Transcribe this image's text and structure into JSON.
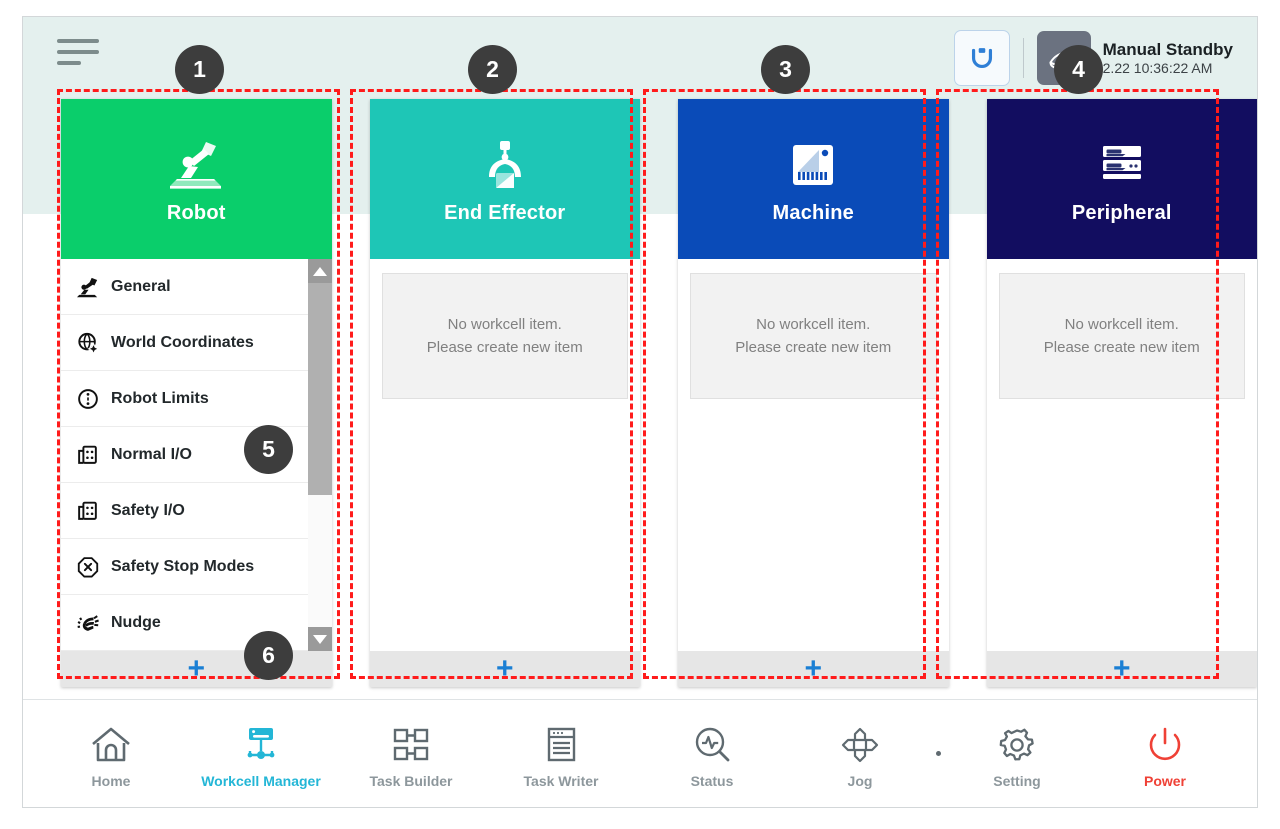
{
  "topbar": {
    "menu_icon": "hamburger-menu-icon",
    "robot_button_icon": "robot-connection-icon",
    "mode_icon": "manual-hand-icon",
    "status_title": "Manual Standby",
    "status_date": "2.22 10:36:22 AM"
  },
  "columns": [
    {
      "key": "robot",
      "title": "Robot",
      "icon": "robot-arm-icon",
      "color": "#0ace6b",
      "type": "list",
      "items": [
        {
          "label": "General",
          "icon": "robot-arm-small-icon",
          "locked": false
        },
        {
          "label": "World Coordinates",
          "icon": "globe-coordinates-icon",
          "locked": true
        },
        {
          "label": "Robot Limits",
          "icon": "limits-circle-icon",
          "locked": true
        },
        {
          "label": "Normal I/O",
          "icon": "io-port-icon",
          "locked": false
        },
        {
          "label": "Safety I/O",
          "icon": "io-port-icon",
          "locked": true
        },
        {
          "label": "Safety Stop Modes",
          "icon": "stop-octagon-icon",
          "locked": true
        },
        {
          "label": "Nudge",
          "icon": "nudge-hand-icon",
          "locked": true
        }
      ],
      "add_label": "+"
    },
    {
      "key": "end-effector",
      "title": "End Effector",
      "icon": "gripper-icon",
      "color": "#1ec6b6",
      "type": "empty",
      "empty_line1": "No workcell item.",
      "empty_line2": "Please create new item",
      "add_label": "+"
    },
    {
      "key": "machine",
      "title": "Machine",
      "icon": "machine-icon",
      "color": "#0a4bb8",
      "type": "empty",
      "empty_line1": "No workcell item.",
      "empty_line2": "Please create new item",
      "add_label": "+"
    },
    {
      "key": "peripheral",
      "title": "Peripheral",
      "icon": "peripheral-rack-icon",
      "color": "#120d60",
      "type": "empty",
      "empty_line1": "No workcell item.",
      "empty_line2": "Please create new item",
      "add_label": "+"
    }
  ],
  "bottom_nav": {
    "left": [
      {
        "label": "Home",
        "icon": "home-icon",
        "active": false
      },
      {
        "label": "Workcell Manager",
        "icon": "workcell-manager-icon",
        "active": true
      },
      {
        "label": "Task Builder",
        "icon": "task-builder-icon",
        "active": false
      },
      {
        "label": "Task Writer",
        "icon": "task-writer-icon",
        "active": false
      }
    ],
    "right": [
      {
        "label": "Status",
        "icon": "status-magnifier-icon",
        "active": false
      },
      {
        "label": "Jog",
        "icon": "jog-dpad-icon",
        "active": false
      },
      {
        "label": "Setting",
        "icon": "gear-icon",
        "active": false
      },
      {
        "label": "Power",
        "icon": "power-icon",
        "active": false,
        "power": true
      }
    ]
  },
  "annotations": [
    {
      "number": "1"
    },
    {
      "number": "2"
    },
    {
      "number": "3"
    },
    {
      "number": "4"
    },
    {
      "number": "5"
    },
    {
      "number": "6"
    }
  ],
  "colors": {
    "accent_teal": "#23b6d6",
    "power_red": "#ef4136",
    "plus_blue": "#1a7fd4",
    "annotation_red": "#ff1b1b",
    "badge_gray": "#3d3d3d"
  }
}
